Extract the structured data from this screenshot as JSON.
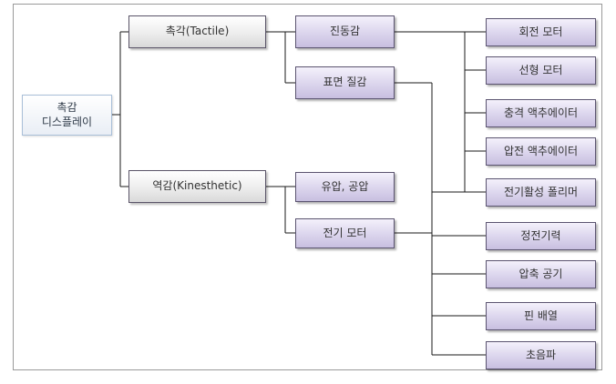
{
  "diagram": {
    "root": {
      "label_line1": "촉감",
      "label_line2": "디스플레이"
    },
    "level1": [
      {
        "label": "촉각(Tactile)"
      },
      {
        "label": "역감(Kinesthetic)"
      }
    ],
    "level2": [
      {
        "label": "진동감"
      },
      {
        "label": "표면 질감"
      },
      {
        "label": "유압, 공압"
      },
      {
        "label": "전기 모터"
      }
    ],
    "level3": [
      {
        "label": "회전 모터"
      },
      {
        "label": "선형 모터"
      },
      {
        "label": "충격 액추에이터"
      },
      {
        "label": "압전 액추에이터"
      },
      {
        "label": "전기활성 폴리머"
      },
      {
        "label": "정전기력"
      },
      {
        "label": "압축 공기"
      },
      {
        "label": "핀 배열"
      },
      {
        "label": "초음파"
      }
    ],
    "colors": {
      "connector": "#1a1a1a",
      "root_border": "#a9bfd8",
      "box_border": "#5a5468",
      "purple_fill": "#d6cfea"
    }
  }
}
